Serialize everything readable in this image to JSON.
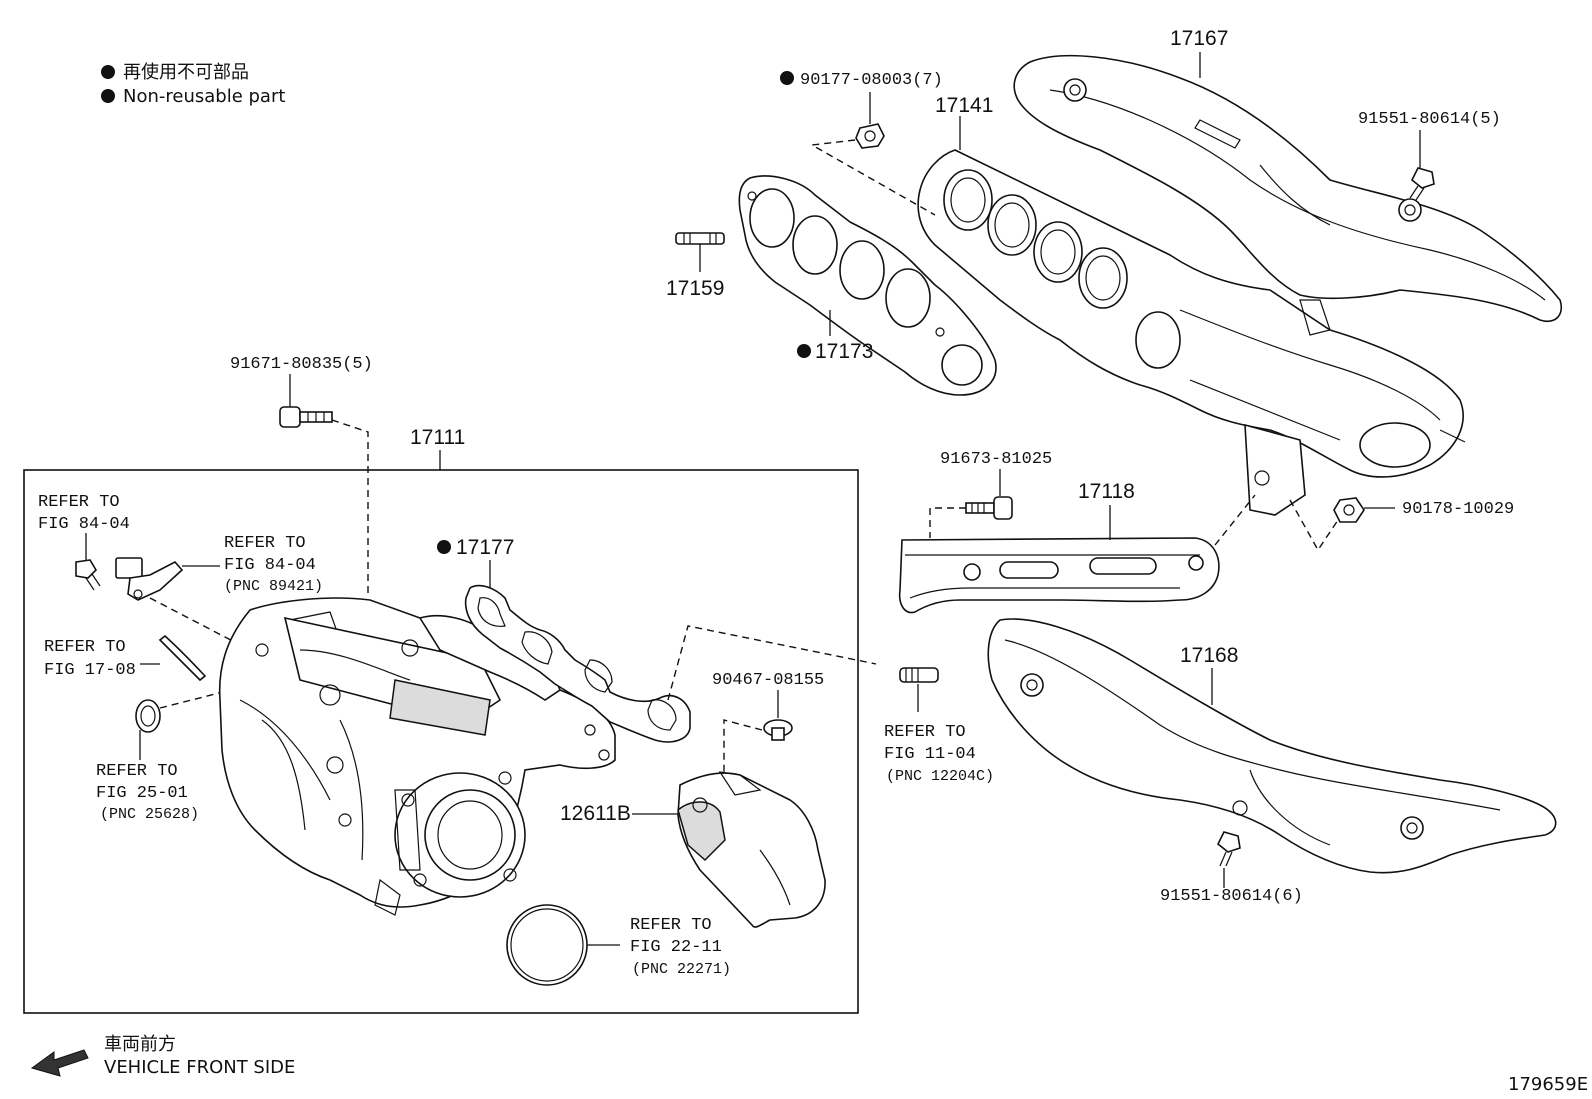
{
  "legend": {
    "bullet_jp": "再使用不可部品",
    "bullet_en": "Non-reusable part"
  },
  "direction": {
    "label_jp": "車両前方",
    "label_en": "VEHICLE FRONT SIDE"
  },
  "figure_id": "179659E",
  "parts": {
    "p17167": "17167",
    "p17141": "17141",
    "p90177": "90177-08003(7)",
    "p91551a": "91551-80614(5)",
    "p17159": "17159",
    "p17173": "17173",
    "p91671": "91671-80835(5)",
    "p17111": "17111",
    "p91673": "91673-81025",
    "p17118": "17118",
    "p90178": "90178-10029",
    "p17177": "17177",
    "p17168": "17168",
    "p90467": "90467-08155",
    "p12611b": "12611B",
    "p91551b": "91551-80614(6)"
  },
  "refs": {
    "r1": {
      "line1": "REFER TO",
      "line2": "FIG 84-04"
    },
    "r2": {
      "line1": "REFER TO",
      "line2": "FIG 84-04",
      "pnc": "(PNC 89421)"
    },
    "r3": {
      "line1": "REFER TO",
      "line2": "FIG 17-08"
    },
    "r4": {
      "line1": "REFER TO",
      "line2": "FIG 25-01",
      "pnc": "(PNC 25628)"
    },
    "r5": {
      "line1": "REFER TO",
      "line2": "FIG 11-04",
      "pnc": "(PNC 12204C)"
    },
    "r6": {
      "line1": "REFER TO",
      "line2": "FIG 22-11",
      "pnc": "(PNC 22271)"
    }
  }
}
